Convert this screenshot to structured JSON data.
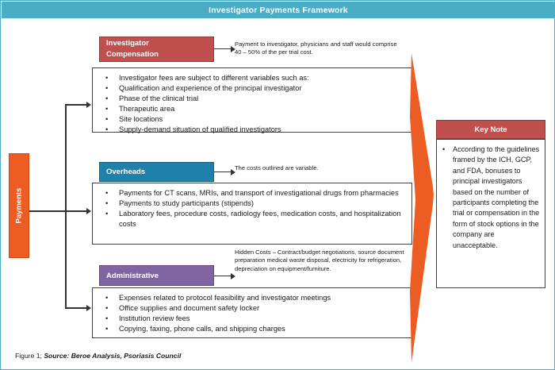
{
  "header": {
    "title": "Investigator Payments Framework"
  },
  "left_label": {
    "text": "Payments"
  },
  "colors": {
    "band_teal": "#4BACC6",
    "red": "#C0504D",
    "blue": "#1F80A9",
    "purple": "#8064A2",
    "orange": "#ED5C23"
  },
  "sections": [
    {
      "chip_label_line1": "Investigator",
      "chip_label_line2": "Compensation",
      "annotation": "Payment to investigator, physicians  and staff would comprise 40 – 50% of the per trial cost.",
      "bullets": [
        "Investigator fees are subject to different variables such as:",
        "Qualification and experience of the principal investigator",
        "Phase of the clinical trial",
        "Therapeutic area",
        "Site locations",
        "Supply-demand situation of qualified investigators"
      ]
    },
    {
      "chip_label_line1": "Overheads",
      "chip_label_line2": "",
      "annotation": "The costs outlined are variable.",
      "bullets": [
        "Payments for CT scans, MRIs, and transport of investigational drugs from pharmacies",
        "Payments to study participants (stipends)",
        "Laboratory fees, procedure costs, radiology fees, medication costs, and hospitalization costs"
      ]
    },
    {
      "chip_label_line1": "Administrative",
      "chip_label_line2": "",
      "annotation": "Hidden Costs – Contract/budget negotiations, source document preparation medical waste disposal, electricity for refrigeration, depreciation on equipment/furniture.",
      "bullets": [
        "Expenses related to protocol feasibility and investigator meetings",
        "Office supplies and document safety locker",
        "Institution review fees",
        "Copying, faxing, phone calls, and shipping charges"
      ]
    }
  ],
  "keynote": {
    "title": "Key Note",
    "bullets": [
      "According to the guidelines framed by the ICH, GCP, and FDA, bonuses to principal investigators based on the number of participants completing the trial or compensation in the form of stock options in the company are unacceptable."
    ]
  },
  "caption": {
    "figure": "Figure 1; ",
    "source": "Source: Beroe Analysis, Psoriasis Council"
  },
  "bullet_glyph": "•"
}
